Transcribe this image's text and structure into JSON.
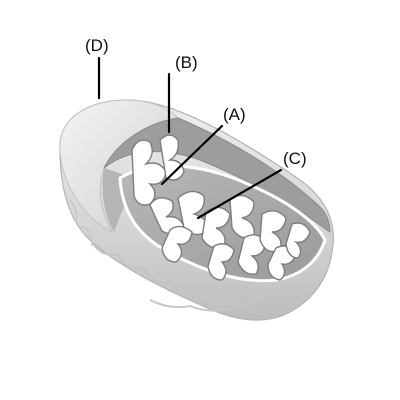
{
  "labels": {
    "A": "(A)",
    "B": "(B)",
    "C": "(C)",
    "D": "(D)"
  },
  "colors": {
    "background": "#ffffff",
    "outer_membrane": "#d9d9d9",
    "inner_membrane": "#ffffff",
    "matrix": "#a8a8a8",
    "cutaway_shadow": "#8f8f8f",
    "leader_line": "#000000"
  }
}
